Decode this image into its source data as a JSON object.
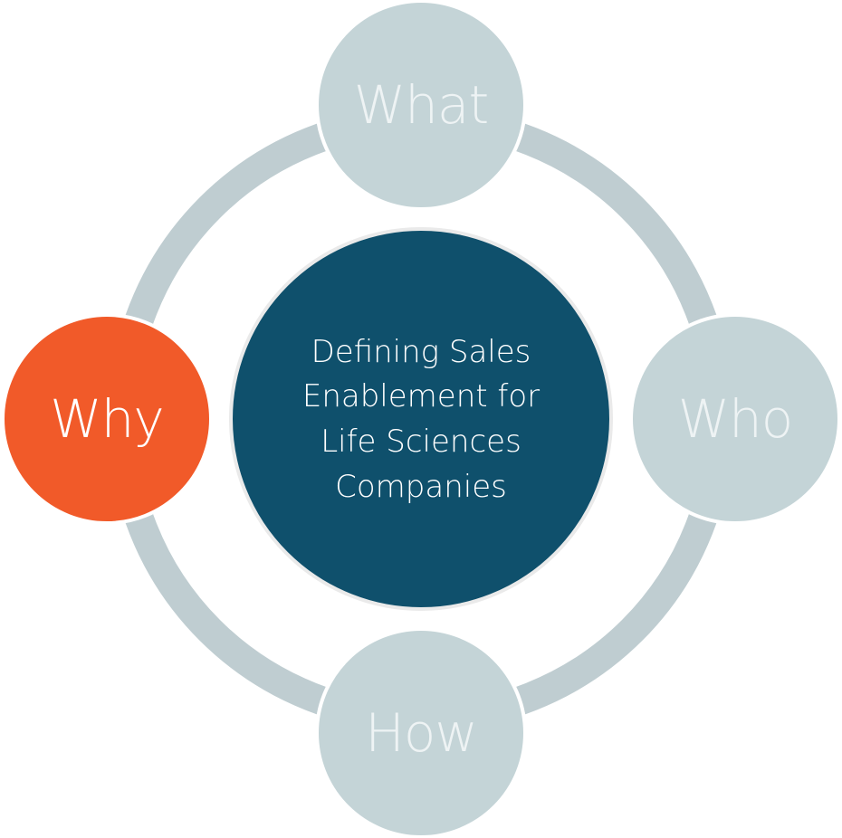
{
  "center": {
    "lines": [
      "Defining Sales",
      "Enablement for",
      "Life Sciences",
      "Companies"
    ]
  },
  "nodes": {
    "top": {
      "label": "What",
      "active": false
    },
    "right": {
      "label": "Who",
      "active": false
    },
    "bottom": {
      "label": "How",
      "active": false
    },
    "left": {
      "label": "Why",
      "active": true
    }
  },
  "colors": {
    "ring": "#bfcdd1",
    "node_inactive_fill": "#c4d4d7",
    "node_inactive_text": "#eef3f4",
    "node_active_fill": "#f15a29",
    "node_active_text": "#ffffff",
    "node_border": "#ffffff",
    "center_fill": "#0f506c",
    "center_border": "#eaeaea",
    "center_text": "#ffffff"
  }
}
